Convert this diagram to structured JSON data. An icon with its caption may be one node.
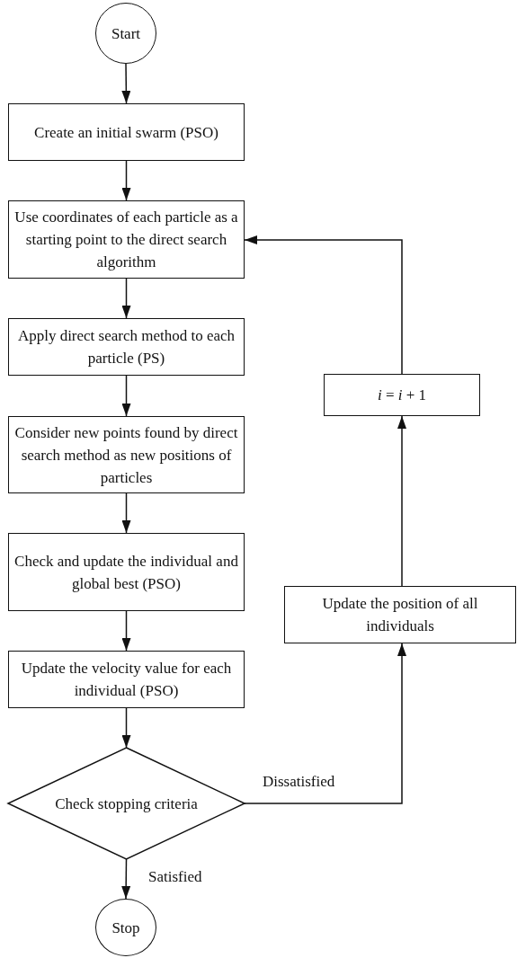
{
  "diagram": {
    "nodes": [
      {
        "text": [
          "Start"
        ]
      },
      {
        "text": [
          "Create an initial swarm (PSO)"
        ]
      },
      {
        "text": [
          "Use coordinates of each particle as a starting point to the direct search algorithm"
        ]
      },
      {
        "text": [
          "Apply direct search method to each particle (PS)"
        ]
      },
      {
        "text": [
          "Consider new points found by direct search method as new positions of particles"
        ]
      },
      {
        "text": [
          "Check and update the individual and global best (PSO)"
        ]
      },
      {
        "text": [
          "Update the velocity value for each individual (PSO)"
        ]
      },
      {
        "text": [
          "Check stopping criteria"
        ]
      },
      {
        "text": [
          "Stop"
        ]
      },
      {
        "text": [
          "Update the position of all individuals"
        ]
      },
      {
        "text": [
          "*i* = *i* + 1"
        ]
      }
    ],
    "edges": [
      {
        "from": 0,
        "to": 1,
        "arrow": "to"
      },
      {
        "from": 1,
        "to": 2,
        "arrow": "to"
      },
      {
        "from": 2,
        "to": 3,
        "arrow": "to"
      },
      {
        "from": 3,
        "to": 4,
        "arrow": "to"
      },
      {
        "from": 4,
        "to": 5,
        "arrow": "to"
      },
      {
        "from": 5,
        "to": 6,
        "arrow": "to"
      },
      {
        "from": 6,
        "to": 7,
        "arrow": "to"
      },
      {
        "from": 7,
        "to": 8,
        "arrow": "to",
        "label": "Satisfied"
      },
      {
        "from": 7,
        "to": 9,
        "arrow": "to",
        "label": "Dissatisfied"
      },
      {
        "from": 9,
        "to": 10,
        "arrow": "to"
      },
      {
        "from": 10,
        "to": 2,
        "arrow": "to"
      }
    ]
  }
}
